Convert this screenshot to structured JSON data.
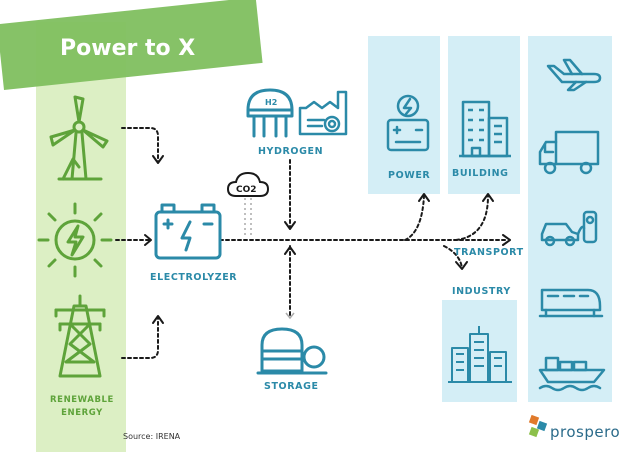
{
  "title": "Power to X",
  "labels": {
    "renewable_energy": "RENEWABLE ENERGY",
    "electrolyzer": "ELECTROLYZER",
    "hydrogen": "HYDROGEN",
    "storage": "STORAGE",
    "power": "POWER",
    "building": "BUILDING",
    "transport": "TRANSPORT",
    "industry": "INDUSTRY"
  },
  "h2_label": "H2",
  "co2_label": "CO2",
  "source": "Source: IRENA",
  "brand": "prospero",
  "colors": {
    "green": "#5ea33a",
    "green_light": "#dcefc4",
    "teal": "#2b8aa8",
    "panel": "#d4eef6",
    "dark": "#1a1a1a"
  },
  "icons": [
    "wind-turbine-icon",
    "solar-bolt-icon",
    "power-tower-icon",
    "battery-icon",
    "gas-tank-icon",
    "factory-icon",
    "co2-cloud-icon",
    "storage-tank-icon",
    "battery-bolt-icon",
    "buildings-icon",
    "airplane-icon",
    "truck-icon",
    "car-charging-icon",
    "train-icon",
    "ship-icon",
    "industry-city-icon"
  ]
}
